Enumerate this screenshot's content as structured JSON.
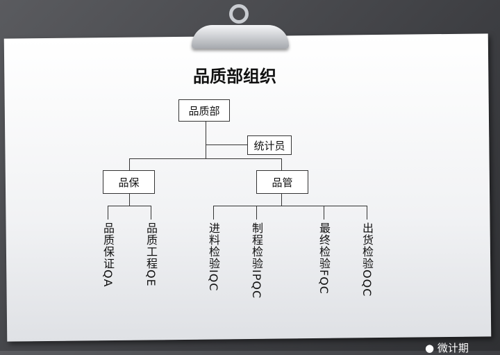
{
  "title": "品质部组织",
  "nodes": {
    "root": "品质部",
    "stats": "统计员",
    "qa_group": "品保",
    "qc_group": "品管"
  },
  "leaves": [
    "品质保证QA",
    "品质工程QE",
    "进料检验IQC",
    "制程检验IPQC",
    "最终检验FQC",
    "出货检验OQC"
  ],
  "watermark": "微计期"
}
